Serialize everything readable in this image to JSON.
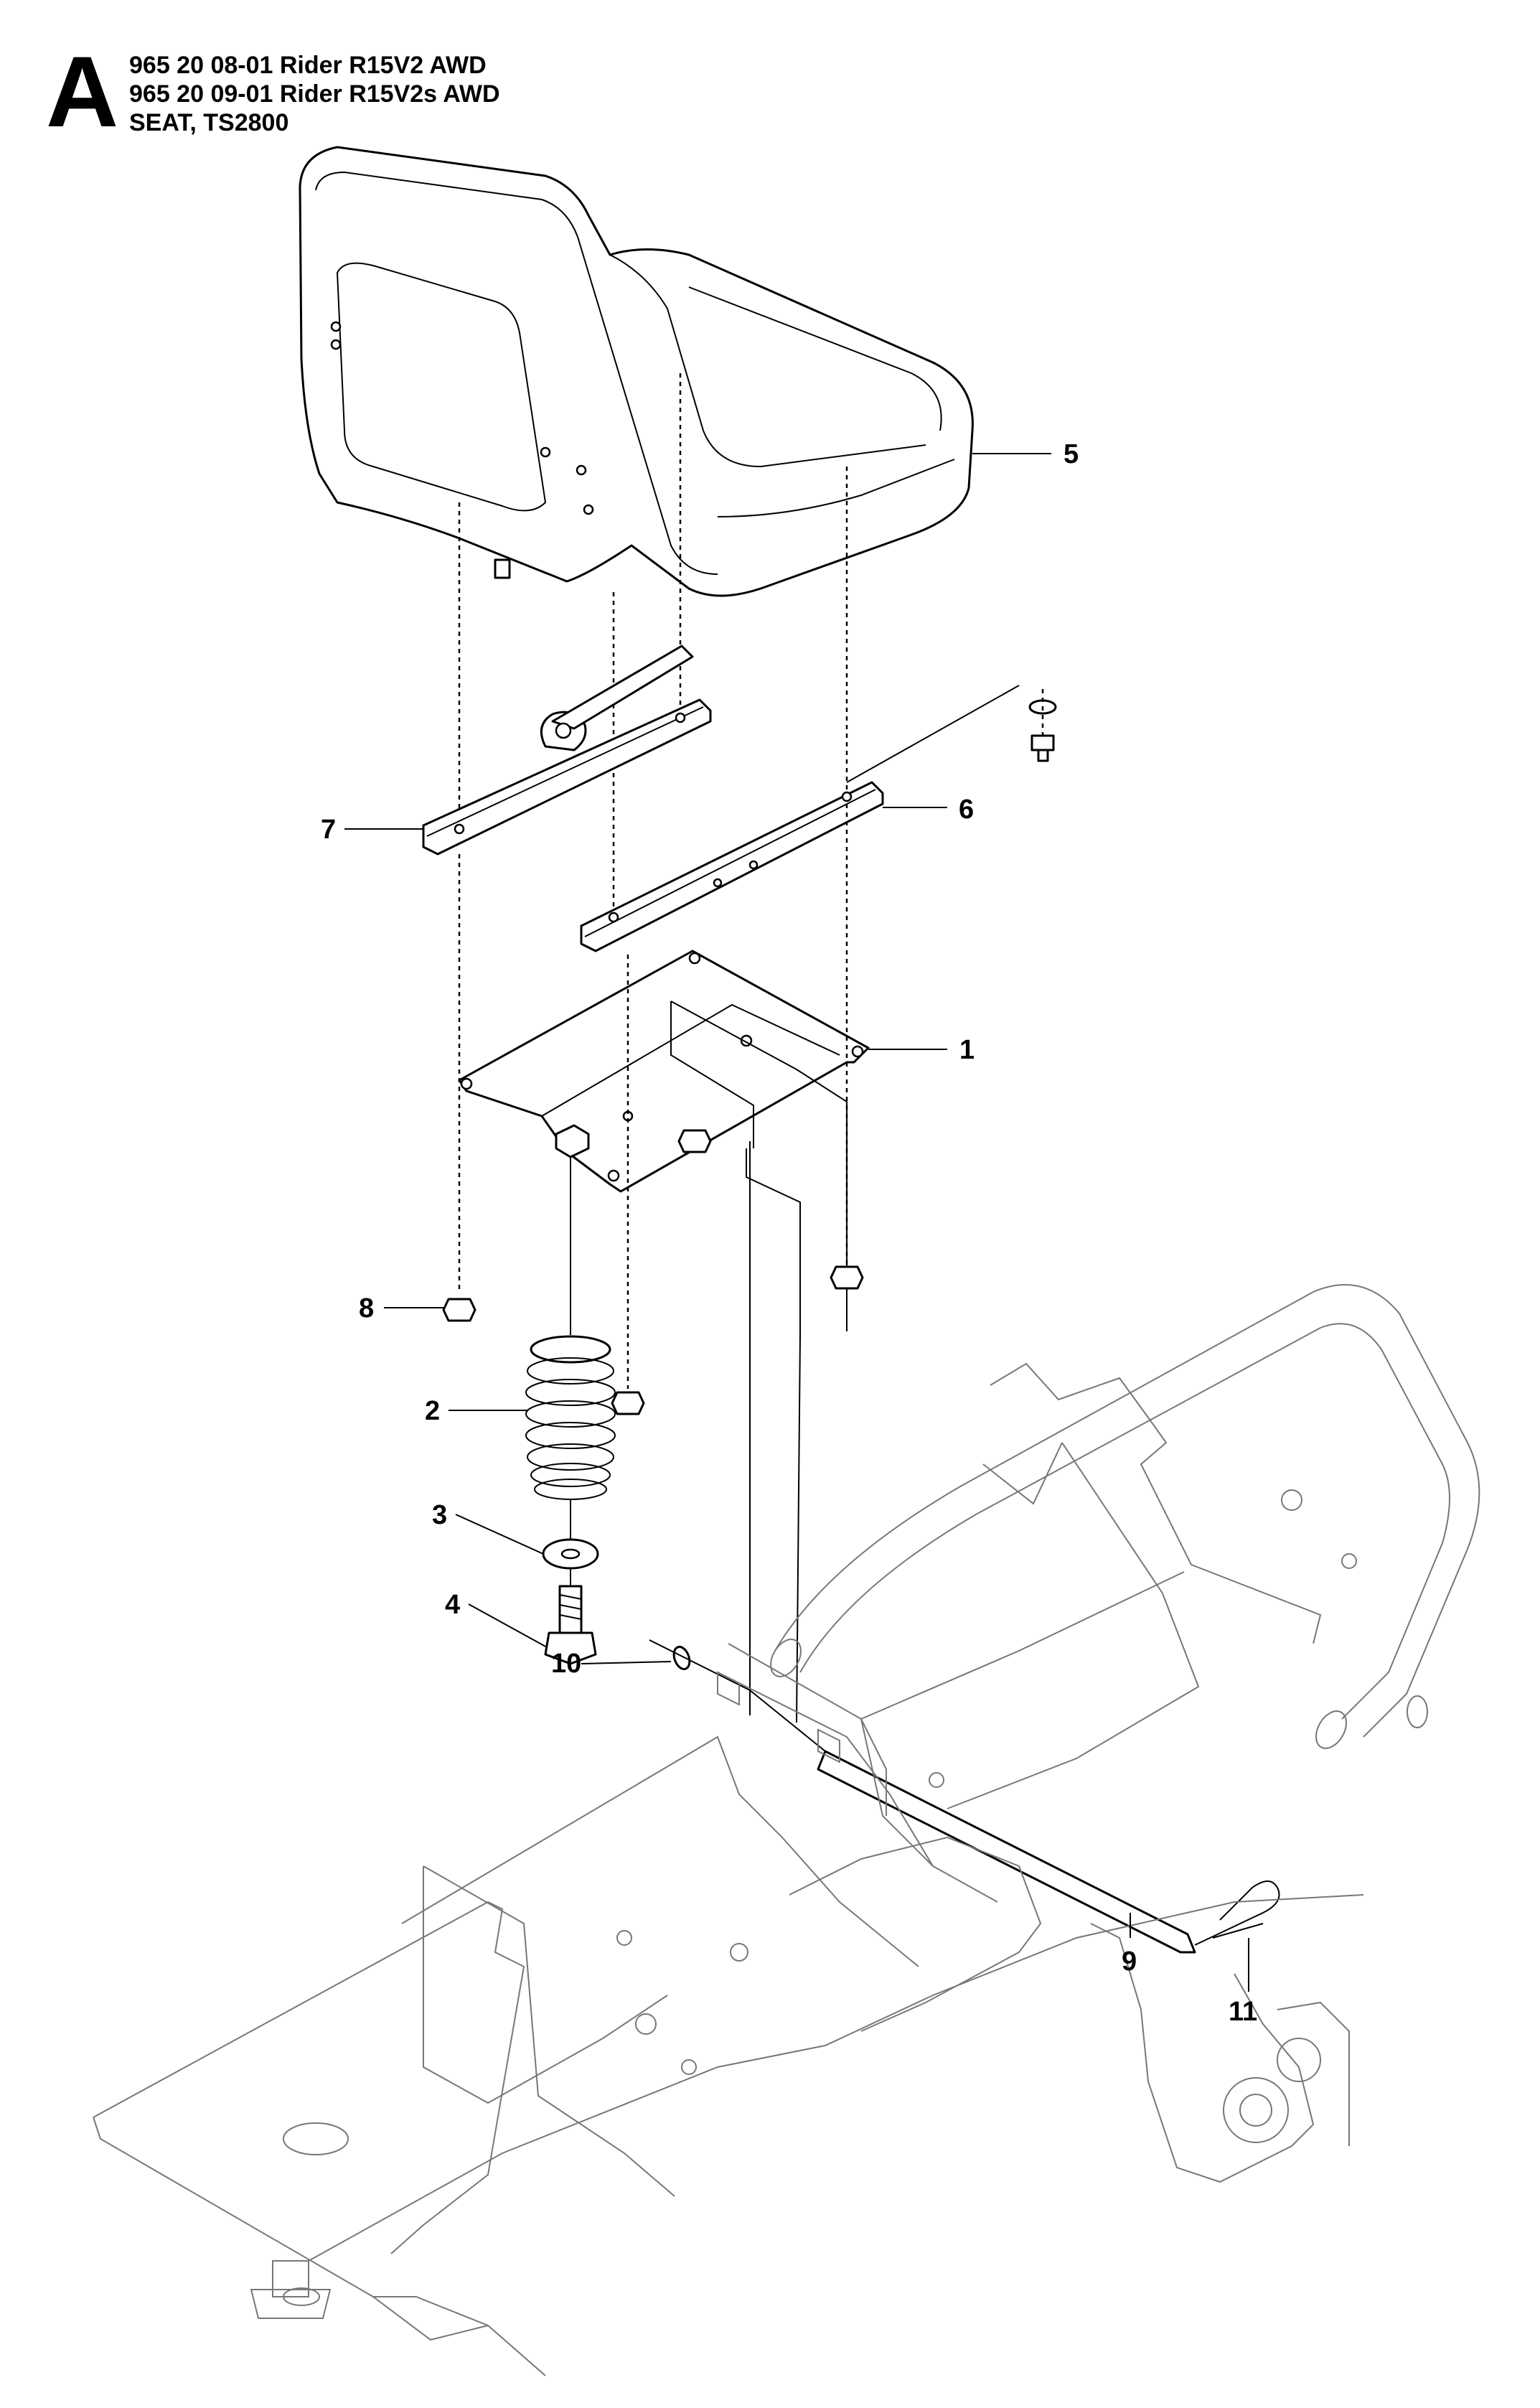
{
  "header": {
    "letter": "A",
    "lines": [
      "965 20 08-01 Rider R15V2 AWD",
      "965 20 09-01 Rider R15V2s AWD",
      "SEAT, TS2800"
    ]
  },
  "callouts": [
    {
      "id": "5",
      "label": "5"
    },
    {
      "id": "6",
      "label": "6"
    },
    {
      "id": "7",
      "label": "7"
    },
    {
      "id": "1",
      "label": "1"
    },
    {
      "id": "8",
      "label": "8"
    },
    {
      "id": "2",
      "label": "2"
    },
    {
      "id": "3",
      "label": "3"
    },
    {
      "id": "4",
      "label": "4"
    },
    {
      "id": "10",
      "label": "10"
    },
    {
      "id": "9",
      "label": "9"
    },
    {
      "id": "11",
      "label": "11"
    }
  ]
}
